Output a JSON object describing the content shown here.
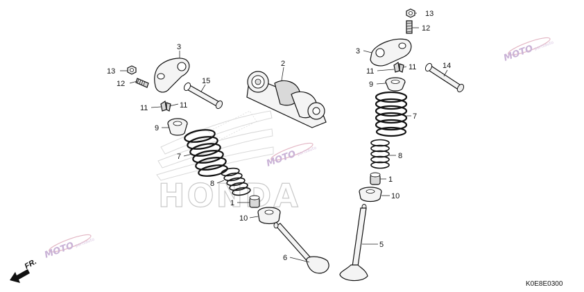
{
  "watermark": {
    "brand": "HONDA",
    "moto": "MOTO",
    "moto_sub": "partsauto"
  },
  "direction": {
    "label": "FR."
  },
  "diagram_code": "K0E8E0300",
  "callouts": [
    {
      "id": "c13a",
      "text": "13"
    },
    {
      "id": "c12a",
      "text": "12"
    },
    {
      "id": "c3a",
      "text": "3"
    },
    {
      "id": "c15",
      "text": "15"
    },
    {
      "id": "c11a",
      "text": "11"
    },
    {
      "id": "c11b",
      "text": "11"
    },
    {
      "id": "c9a",
      "text": "9"
    },
    {
      "id": "c7a",
      "text": "7"
    },
    {
      "id": "c8a",
      "text": "8"
    },
    {
      "id": "c1a",
      "text": "1"
    },
    {
      "id": "c10a",
      "text": "10"
    },
    {
      "id": "c6",
      "text": "6"
    },
    {
      "id": "c2",
      "text": "2"
    },
    {
      "id": "c13b",
      "text": "13"
    },
    {
      "id": "c12b",
      "text": "12"
    },
    {
      "id": "c3b",
      "text": "3"
    },
    {
      "id": "c11c",
      "text": "11"
    },
    {
      "id": "c11d",
      "text": "11"
    },
    {
      "id": "c14",
      "text": "14"
    },
    {
      "id": "c9b",
      "text": "9"
    },
    {
      "id": "c7b",
      "text": "7"
    },
    {
      "id": "c8b",
      "text": "8"
    },
    {
      "id": "c1b",
      "text": "1"
    },
    {
      "id": "c10b",
      "text": "10"
    },
    {
      "id": "c5",
      "text": "5"
    }
  ]
}
